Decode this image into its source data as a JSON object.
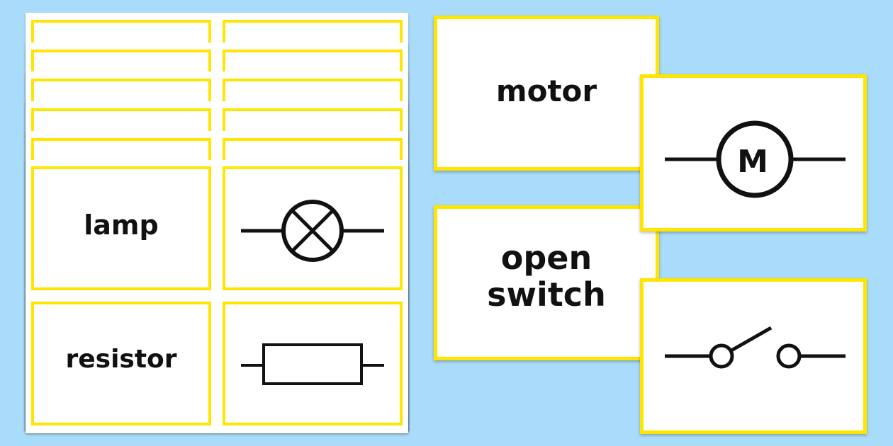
{
  "colors": {
    "background": "#a9dcfa",
    "card_border": "#ffe600",
    "card_fill": "#ffffff",
    "ink": "#111111"
  },
  "sheet_cards": {
    "lamp_word": "lamp",
    "lamp_symbol": "lamp-symbol-icon",
    "resistor_word": "resistor",
    "resistor_symbol": "resistor-symbol-icon"
  },
  "loose_cards": {
    "motor_word": "motor",
    "motor_symbol_letter": "M",
    "switch_word_line1": "open",
    "switch_word_line2": "switch",
    "switch_symbol": "open-switch-symbol-icon"
  }
}
